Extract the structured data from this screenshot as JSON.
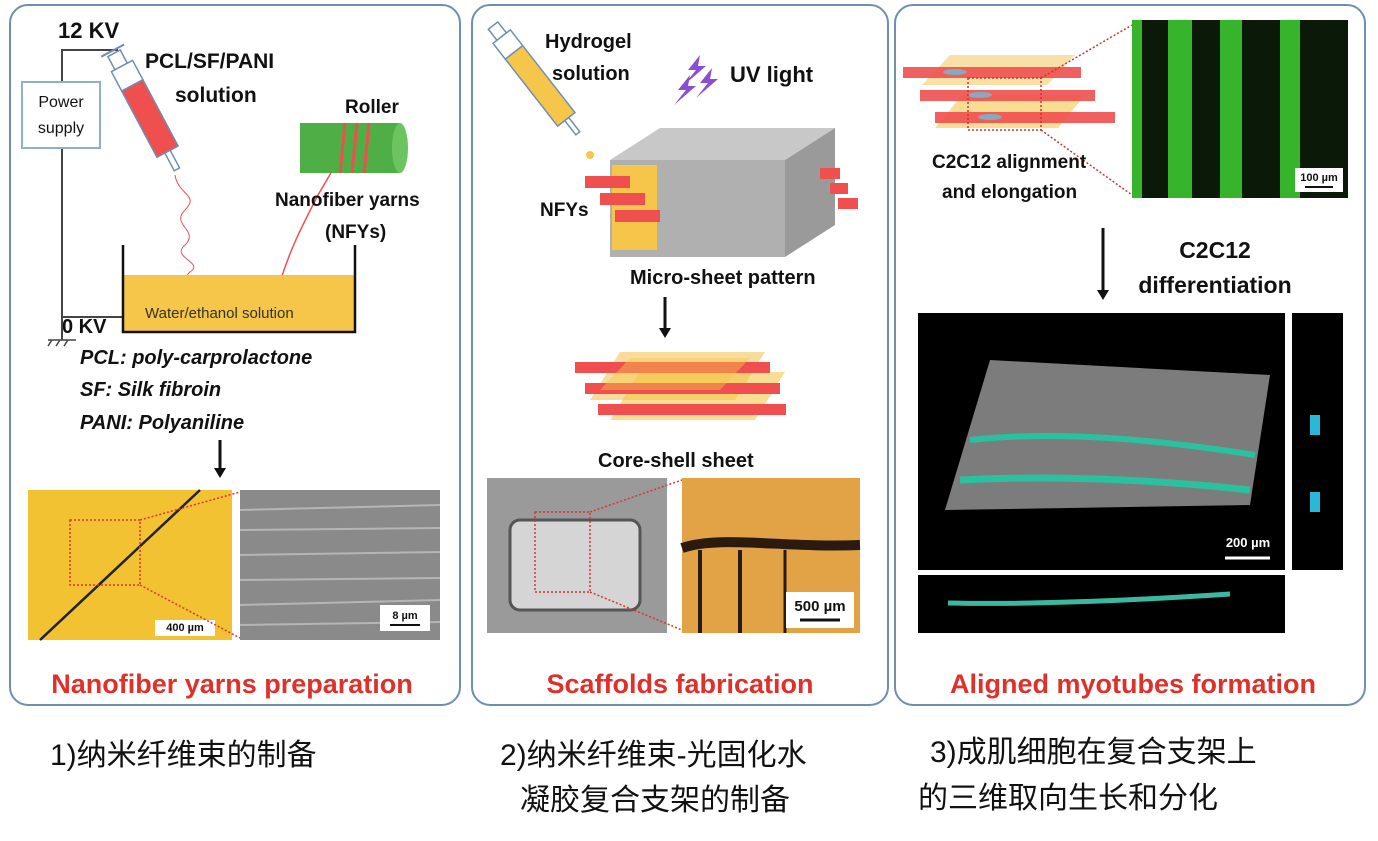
{
  "panel1": {
    "voltage_high": "12 KV",
    "voltage_low": "0 KV",
    "power_supply": [
      "Power",
      "supply"
    ],
    "solution": [
      "PCL/SF/PANI",
      "solution"
    ],
    "roller": "Roller",
    "yarns": [
      "Nanofiber yarns",
      "(NFYs)"
    ],
    "bath": "Water/ethanol solution",
    "legend": [
      "PCL: poly-carprolactone",
      "SF: Silk fibroin",
      "PANI: Polyaniline"
    ],
    "scale_left": "400 µm",
    "scale_right": "8 µm",
    "title": "Nanofiber yarns preparation"
  },
  "panel2": {
    "hydrogel": [
      "Hydrogel",
      "solution"
    ],
    "uv": "UV light",
    "nfys": "NFYs",
    "pattern": "Micro-sheet pattern",
    "sheet": "Core-shell sheet",
    "scale": "500 µm",
    "title": "Scaffolds fabrication"
  },
  "panel3": {
    "alignment": [
      "C2C12 alignment",
      "and elongation"
    ],
    "scale_top": "100 µm",
    "differentiation": [
      "C2C12",
      "differentiation"
    ],
    "scale_3d": "200 µm",
    "title": "Aligned myotubes formation"
  },
  "captions": {
    "c1": "1)纳米纤维束的制备",
    "c2": [
      "2)纳米纤维束-光固化水",
      "凝胶复合支架的制备"
    ],
    "c3": [
      "3)成肌细胞在复合支架上",
      "的三维取向生长和分化"
    ]
  },
  "colors": {
    "title_red": "#e0302a",
    "fiber_red": "#ef4f4f",
    "yellow": "#f5c64a",
    "green": "#3fb53a",
    "border": "#6f8fb0"
  }
}
